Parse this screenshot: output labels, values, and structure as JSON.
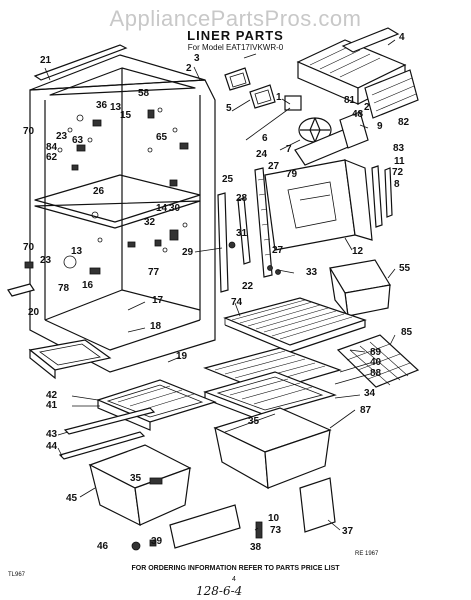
{
  "watermark": "AppliancePartsPros.com",
  "title": "LINER PARTS",
  "subtitle": "For Model EAT17IVKWR-0",
  "footer_note": "FOR ORDERING INFORMATION REFER TO PARTS PRICE LIST",
  "page_number": "4",
  "handwritten_note": "128-6-4",
  "left_code": "TL967",
  "revision": "RE 1967",
  "callouts": [
    "21",
    "3",
    "2",
    "4",
    "5",
    "6",
    "1",
    "7",
    "81",
    "48",
    "2",
    "9",
    "82",
    "83",
    "11",
    "72",
    "8",
    "70",
    "36",
    "13",
    "15",
    "58",
    "23",
    "63",
    "84",
    "62",
    "26",
    "65",
    "14",
    "30",
    "32",
    "24",
    "27",
    "79",
    "25",
    "28",
    "31",
    "77",
    "29",
    "12",
    "27",
    "22",
    "33",
    "70",
    "13",
    "23",
    "78",
    "16",
    "20",
    "17",
    "18",
    "19",
    "74",
    "55",
    "85",
    "89",
    "40",
    "88",
    "34",
    "87",
    "42",
    "41",
    "43",
    "44",
    "35",
    "35",
    "45",
    "37",
    "10",
    "73",
    "38",
    "39",
    "46"
  ]
}
